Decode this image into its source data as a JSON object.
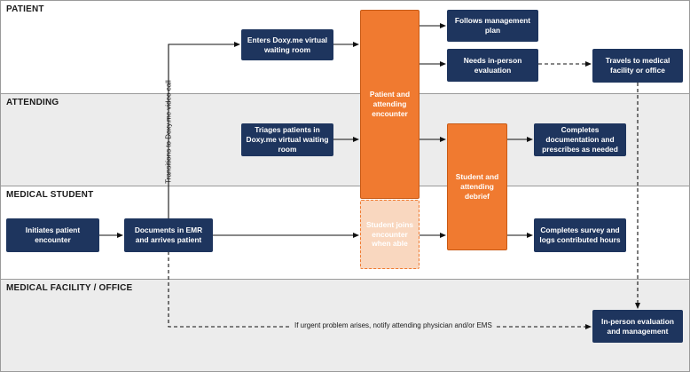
{
  "lanes": {
    "patient": "PATIENT",
    "attending": "ATTENDING",
    "student": "MEDICAL STUDENT",
    "facility": "MEDICAL FACILITY / OFFICE"
  },
  "nodes": {
    "enters_waiting": "Enters Doxy.me virtual waiting room",
    "follows_plan": "Follows management plan",
    "needs_inperson": "Needs in-person evaluation",
    "travels": "Travels to medical facility or office",
    "triages": "Triages patients in Doxy.me virtual waiting room",
    "encounter": "Patient and attending encounter",
    "student_joins": "Student joins encounter when able",
    "debrief": "Student and attending debrief",
    "documentation": "Completes documentation and prescribes as needed",
    "initiates": "Initiates patient encounter",
    "documents_emr": "Documents in EMR and arrives patient",
    "survey": "Completes survey and logs contributed hours",
    "inperson_eval": "In-person evaluation and management"
  },
  "labels": {
    "transition": "Transitions to Doxy.me video call",
    "urgent": "If urgent problem arises, notify attending physician and/or EMS"
  }
}
